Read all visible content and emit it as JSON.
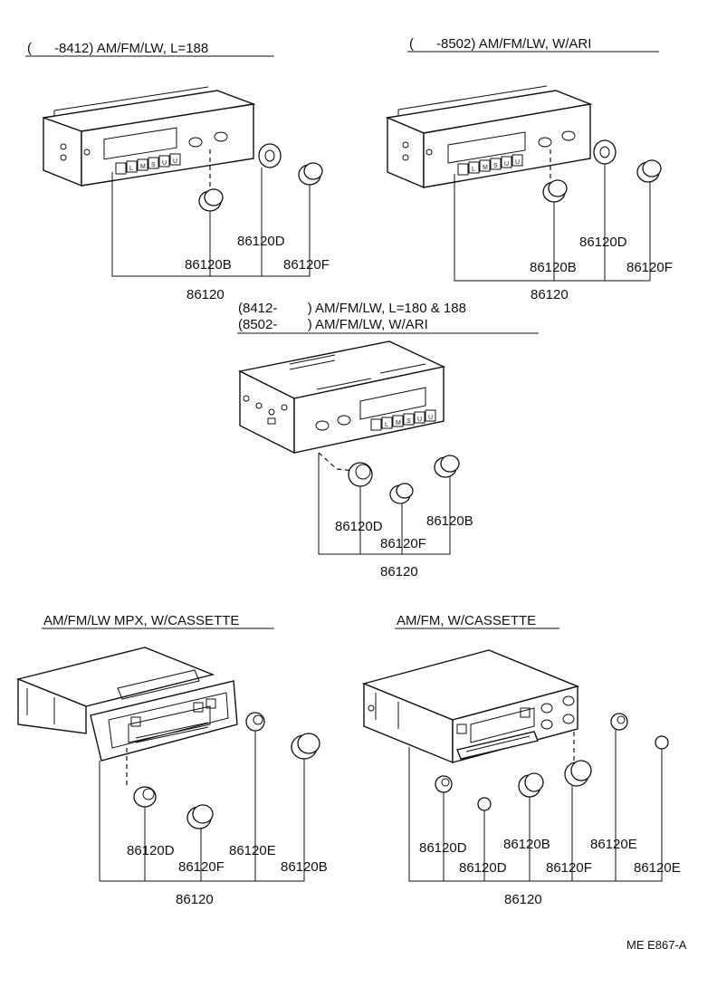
{
  "headers": {
    "top_left": "(      -8412) AM/FM/LW, L=188",
    "top_right": "(      -8502) AM/FM/LW, W/ARI",
    "middle_line1": "(8412-        ) AM/FM/LW, L=180 & 188",
    "middle_line2": "(8502-        ) AM/FM/LW, W/ARI",
    "bottom_left": "AM/FM/LW MPX, W/CASSETTE",
    "bottom_right": "AM/FM, W/CASSETTE"
  },
  "groups": {
    "top_left": {
      "part_d": "86120D",
      "part_b": "86120B",
      "part_f": "86120F",
      "assembly": "86120",
      "button_letters": [
        "L",
        "M",
        "S",
        "U",
        "U"
      ]
    },
    "top_right": {
      "part_d": "86120D",
      "part_b": "86120B",
      "part_f": "86120F",
      "assembly": "86120",
      "button_letters": [
        "L",
        "M",
        "S",
        "U",
        "U"
      ]
    },
    "middle": {
      "part_d": "86120D",
      "part_b": "86120B",
      "part_f": "86120F",
      "assembly": "86120",
      "button_letters": [
        "L",
        "M",
        "S",
        "U",
        "U"
      ]
    },
    "bottom_left": {
      "part_d": "86120D",
      "part_e": "86120E",
      "part_f": "86120F",
      "part_b": "86120B",
      "assembly": "86120"
    },
    "bottom_right": {
      "part_d1": "86120D",
      "part_b": "86120B",
      "part_e1": "86120E",
      "part_d2": "86120D",
      "part_f": "86120F",
      "part_e2": "86120E",
      "assembly": "86120"
    }
  },
  "diagram_id": "ME E867-A"
}
